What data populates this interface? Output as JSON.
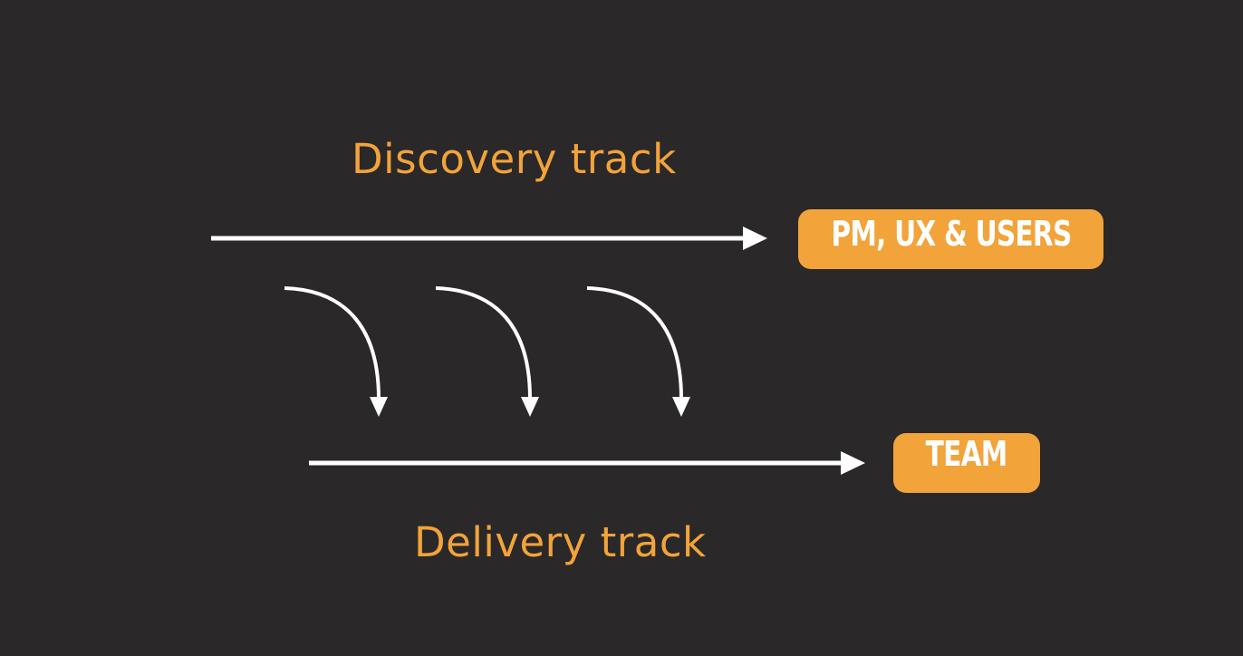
{
  "colors": {
    "background": "#2a2829",
    "accent": "#f2a33a",
    "arrow": "#ffffff",
    "pill_text": "#ffffff"
  },
  "discovery": {
    "label": "Discovery track",
    "owner": "PM, UX & USERS"
  },
  "delivery": {
    "label": "Delivery track",
    "owner": "TEAM"
  },
  "handoff_arrows": {
    "count": 3
  }
}
